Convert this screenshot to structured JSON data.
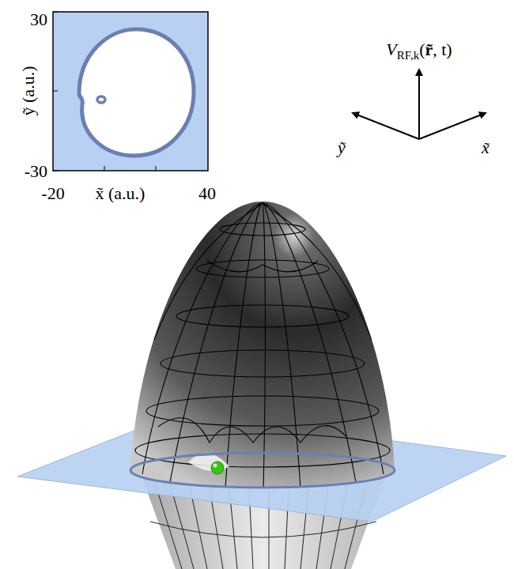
{
  "diagram": {
    "labels": [
      "30",
      "-30",
      "-20",
      "x̃ (a.u.)",
      "40",
      "ỹ (a.u.)",
      "V",
      "RF,k",
      "(",
      "r̃",
      ", t)",
      "ỹ",
      "x̃"
    ]
  }
}
